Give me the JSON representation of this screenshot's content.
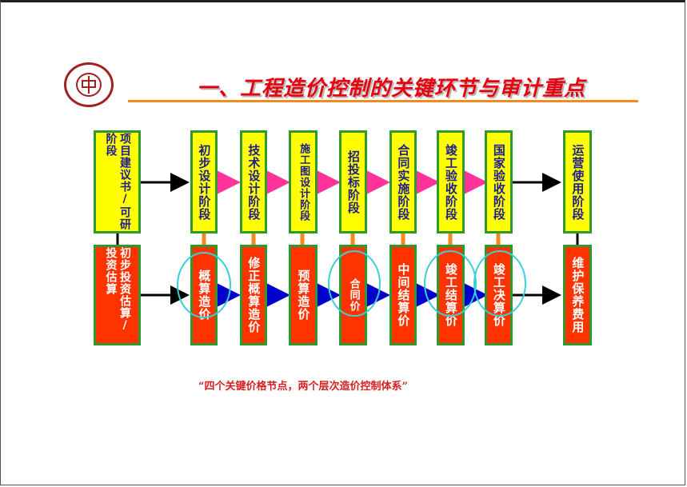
{
  "slide": {
    "title": "一、工程造价控制的关键环节与审计重点",
    "caption": "“四个关键价格节点，两个层次造价控制体系”"
  },
  "stages": [
    {
      "label": "项目建议书/可研阶段"
    },
    {
      "label": "初步设计阶段"
    },
    {
      "label": "技术设计阶段"
    },
    {
      "label": "施工图设计阶段"
    },
    {
      "label": "招投标阶段"
    },
    {
      "label": "合同实施阶段"
    },
    {
      "label": "竣工验收阶段"
    },
    {
      "label": "国家验收阶段"
    },
    {
      "label": "运营使用阶段"
    }
  ],
  "costs": [
    {
      "label": "初步投资估算/投资估算"
    },
    {
      "label": "概算造价"
    },
    {
      "label": "修正概算造价"
    },
    {
      "label": "预算造价"
    },
    {
      "label": "合同价"
    },
    {
      "label": "中间结算价"
    },
    {
      "label": "竣工结算价"
    },
    {
      "label": "竣工决算价"
    },
    {
      "label": "维护保养费用"
    }
  ],
  "colors": {
    "stage_fill": "#ffff00",
    "cost_fill": "#ff3300",
    "border": "#2e9a2e",
    "highlight_ring": "#38d0d6",
    "title_red": "#e8000f"
  }
}
